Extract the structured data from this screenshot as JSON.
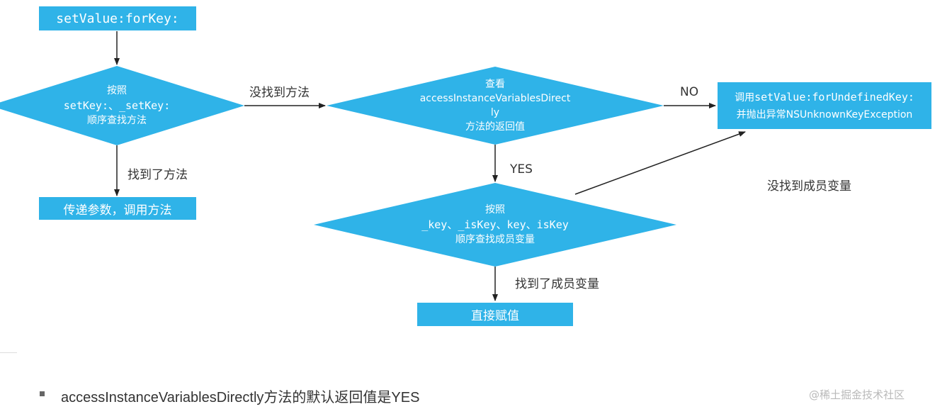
{
  "nodes": {
    "start": {
      "text": "setValue:forKey:"
    },
    "d1": {
      "line1": "按照",
      "line2": "setKey:、_setKey:",
      "line3": "顺序查找方法"
    },
    "pass": {
      "text": "传递参数，调用方法"
    },
    "d2": {
      "line1": "查看",
      "line2": "accessInstanceVariablesDirect",
      "line3": "ly",
      "line4": "方法的返回值"
    },
    "exception": {
      "line1_prefix": "调用",
      "line1_code": "setValue:forUndefinedKey:",
      "line2": "并抛出异常NSUnknownKeyException"
    },
    "d3": {
      "line1": "按照",
      "line2": "_key、_isKey、key、isKey",
      "line3": "顺序查找成员变量"
    },
    "assign": {
      "text": "直接赋值"
    }
  },
  "edges": {
    "not_found_method": "没找到方法",
    "found_method": "找到了方法",
    "no": "NO",
    "yes": "YES",
    "not_found_member": "没找到成员变量",
    "found_member": "找到了成员变量"
  },
  "note": "accessInstanceVariablesDirectly方法的默认返回值是YES",
  "watermark": "@稀土掘金技术社区",
  "colors": {
    "node_fill": "#2fb3e8",
    "arrow": "#222222",
    "text": "#333333"
  }
}
